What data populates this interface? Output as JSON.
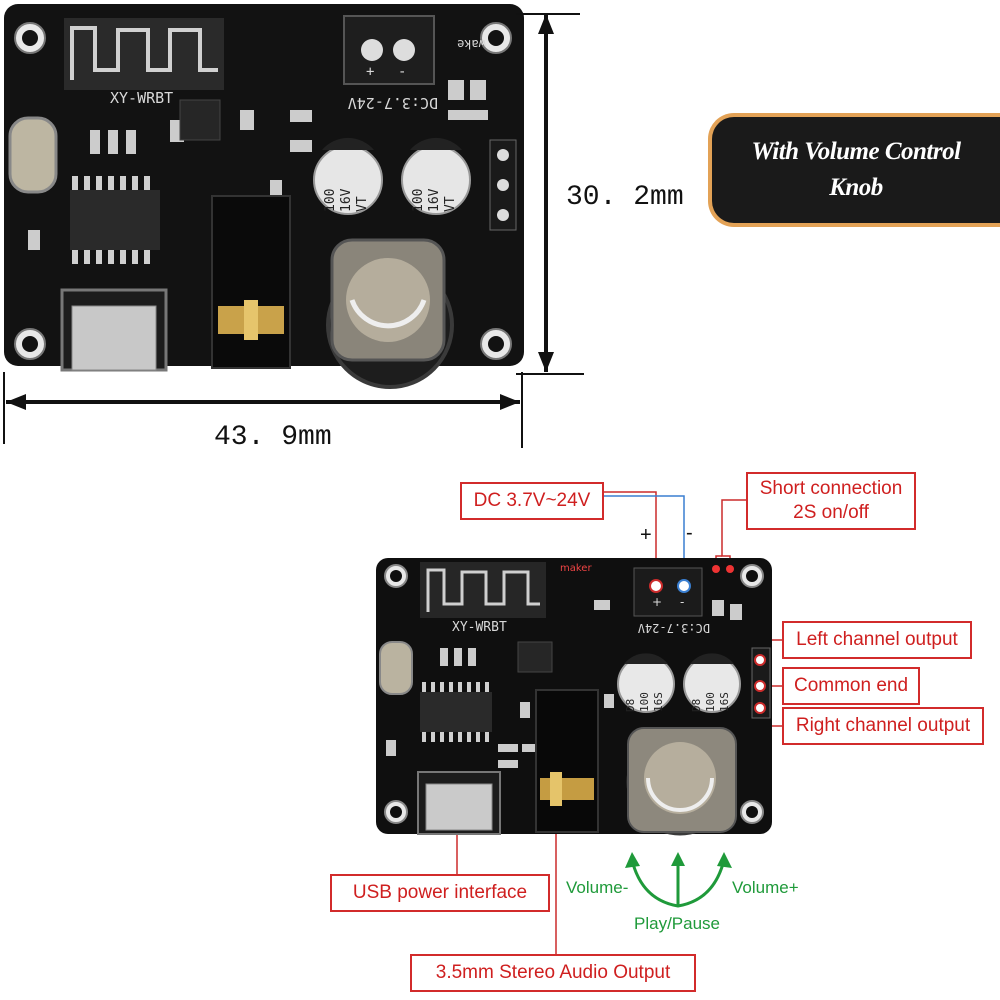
{
  "top_board": {
    "model": "XY-WRBT",
    "power_marking": "DC:3.7-24V",
    "wake_marking": "wake",
    "cap_label_1": "100",
    "cap_label_2": "16V",
    "cap_label_3": "VT",
    "plus": "+",
    "minus": "-"
  },
  "dimensions": {
    "height": "30. 2mm",
    "width": "43. 9mm"
  },
  "badge": {
    "line1": "With Volume Control",
    "line2": "Knob"
  },
  "bottom_board": {
    "model": "XY-WRBT",
    "power_marking": "DC:3.7-24V",
    "maker": "maker",
    "cap_label_1": "D8",
    "cap_label_2": "100",
    "cap_label_3": "16S"
  },
  "callouts": {
    "dc": "DC 3.7V~24V",
    "short_line1": "Short connection",
    "short_line2": "2S on/off",
    "left_channel": "Left channel output",
    "common_end": "Common end",
    "right_channel": "Right channel output",
    "usb": "USB power interface",
    "audio": "3.5mm Stereo Audio Output"
  },
  "polarity": {
    "plus": "+",
    "minus": "-"
  },
  "controls": {
    "volume_minus": "Volume-",
    "volume_plus": "Volume+",
    "play_pause": "Play/Pause"
  },
  "colors": {
    "board": "#111111",
    "callout_red": "#d22b2b",
    "control_green": "#1f9a3a",
    "badge_border": "#e3a256"
  }
}
